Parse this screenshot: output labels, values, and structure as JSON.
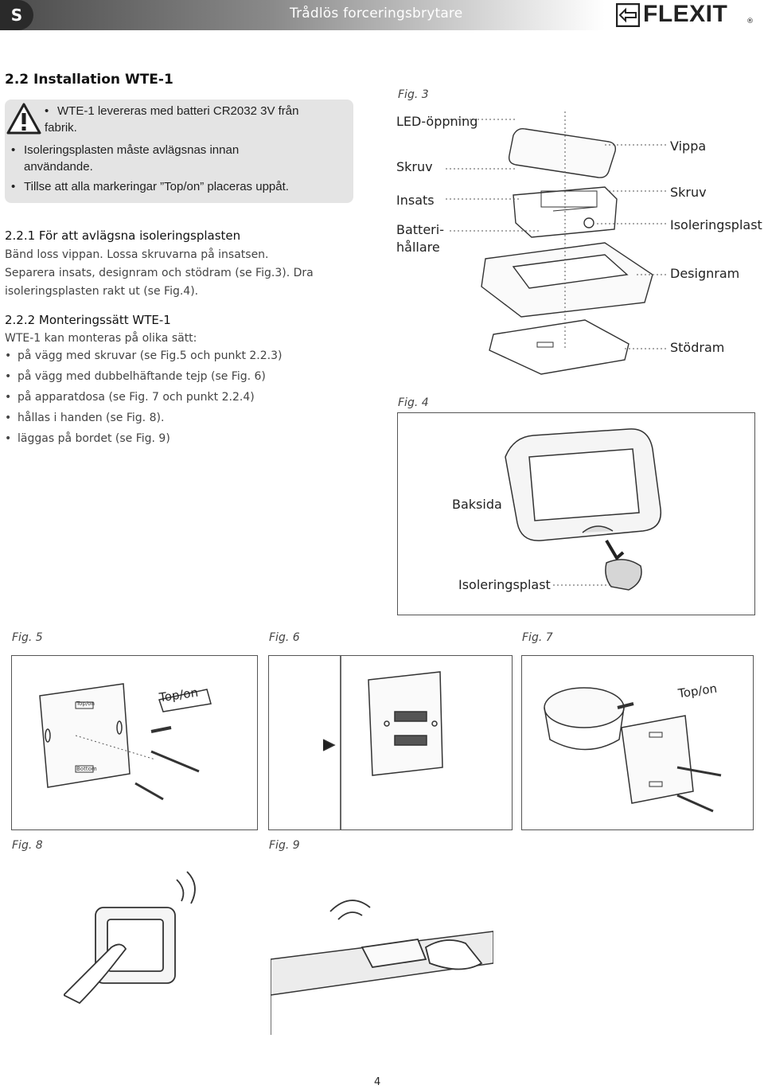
{
  "header": {
    "badge": "S",
    "title": "Trådlös forceringsbrytare",
    "brand": "FLEXIT",
    "brand_reg": "®"
  },
  "section": {
    "title": "2.2  Installation WTE-1",
    "warnings": [
      "WTE-1 levereras med batteri CR2032 3V från",
      "fabrik.",
      "Isoleringsplasten måste avlägsnas innan",
      "användande.",
      "Tillse att alla markeringar ”Top/on” placeras uppåt."
    ],
    "sub1": {
      "title": "2.2.1 För att avlägsna isoleringsplasten",
      "lines": [
        "Bänd loss vippan. Lossa skruvarna på insatsen.",
        "Separera insats, designram och stödram (se Fig.3). Dra",
        "isoleringsplasten rakt ut (se Fig.4)."
      ]
    },
    "sub2": {
      "title": "2.2.2 Monteringssätt WTE-1",
      "intro": "WTE-1 kan monteras på olika sätt:",
      "items": [
        "på vägg med skruvar (se Fig.5 och punkt 2.2.3)",
        "på vägg med dubbelhäftande tejp (se Fig. 6)",
        "på apparatdosa (se Fig. 7 och punkt 2.2.4)",
        "hållas i handen (se Fig. 8).",
        "läggas på bordet (se Fig. 9)"
      ]
    }
  },
  "fig3": {
    "caption": "Fig. 3",
    "left_labels": [
      "LED-öppning",
      "Skruv",
      "Insats",
      "Batteri-",
      "hållare"
    ],
    "right_labels": [
      "Vippa",
      "Skruv",
      "Isoleringsplast",
      "Designram",
      "Stödram"
    ]
  },
  "fig4": {
    "caption": "Fig. 4",
    "labels": [
      "Baksida",
      "Isoleringsplast"
    ]
  },
  "fig5": {
    "caption": "Fig. 5",
    "label": "Top/on",
    "small_top": "Top/on",
    "small_bottom": "Bottom"
  },
  "fig6": {
    "caption": "Fig. 6"
  },
  "fig7": {
    "caption": "Fig. 7",
    "label": "Top/on"
  },
  "fig8": {
    "caption": "Fig. 8"
  },
  "fig9": {
    "caption": "Fig. 9"
  },
  "page_number": "4"
}
